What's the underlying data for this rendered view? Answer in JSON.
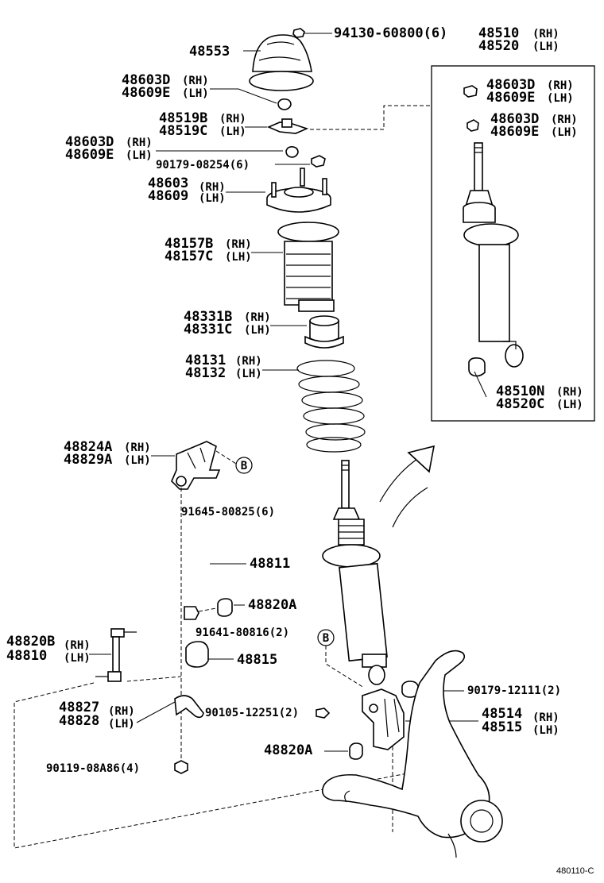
{
  "labels": {
    "upper_mount_cover": "48553",
    "cover_nut": "94130-60800(6)",
    "cover_nut_side_rh": "48603D",
    "cover_nut_side_lh": "48609E",
    "bracket_rh": "48519B",
    "bracket_lh": "48519C",
    "nut_b_rh": "48603D",
    "nut_b_lh": "48609E",
    "bolt_a": "90179-08254(6)",
    "support_rh": "48603",
    "support_lh": "48609",
    "bumper_rh": "48157B",
    "bumper_lh": "48157C",
    "insulator_rh": "48331B",
    "insulator_lh": "48331C",
    "spring_rh": "48131",
    "spring_lh": "48132",
    "shock_assy_rh": "48510",
    "shock_assy_lh": "48520",
    "box_nut1_rh": "48603D",
    "box_nut1_lh": "48609E",
    "box_nut2_rh": "48603D",
    "box_nut2_lh": "48609E",
    "box_bushing_rh": "48510N",
    "box_bushing_lh": "48520C",
    "bracket_stab_rh": "48824A",
    "bracket_stab_lh": "48829A",
    "ref_b": "B",
    "bolt_b": "91645-80825(6)",
    "stabilizer_bar": "48811",
    "stab_bush": "48820A",
    "bolt_c": "91641-80816(2)",
    "link_rh": "48820B",
    "link_lh": "48810",
    "bush_48815": "48815",
    "clamp_rh": "48827",
    "clamp_lh": "48828",
    "bolt_d": "90105-12251(2)",
    "bolt_e": "90119-08A86(4)",
    "bolt_f": "90179-12111(2)",
    "arm_rh": "48514",
    "arm_lh": "48515",
    "nut_48820A": "48820A",
    "rh": "(RH)",
    "lh": "(LH)",
    "figure_code": "480110-C"
  }
}
